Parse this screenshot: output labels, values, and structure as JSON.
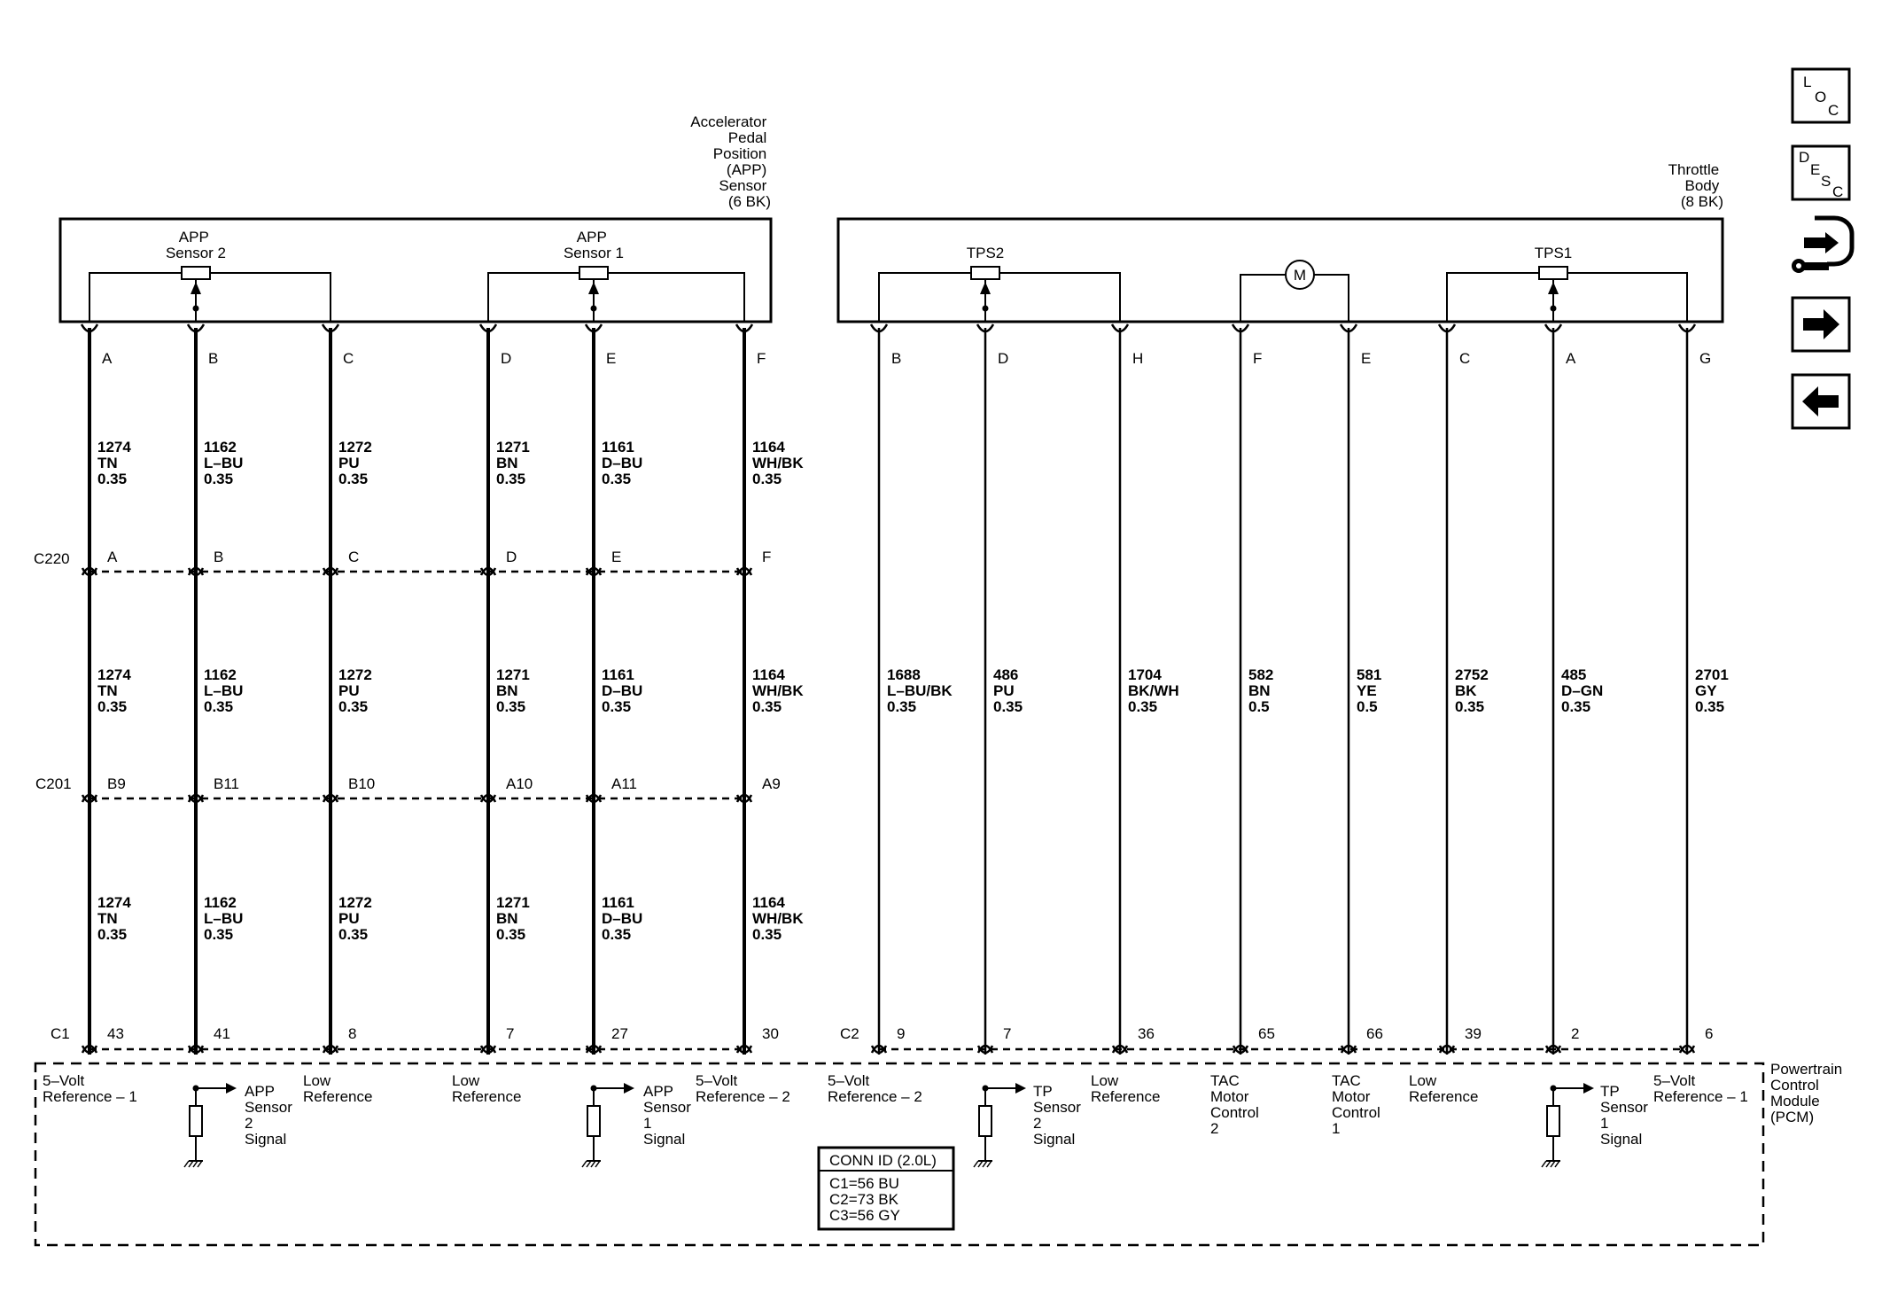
{
  "components": {
    "app": {
      "title_lines": [
        "Accelerator",
        "Pedal",
        "Position",
        "(APP)",
        "Sensor",
        "(6 BK)"
      ],
      "sensor2": [
        "APP",
        "Sensor 2"
      ],
      "sensor1": [
        "APP",
        "Sensor 1"
      ]
    },
    "throttle": {
      "title_lines": [
        "Throttle",
        "Body",
        "(8 BK)"
      ],
      "tps2": "TPS2",
      "tps1": "TPS1",
      "motor": "M"
    },
    "pcm": {
      "title_lines": [
        "Powertrain",
        "Control",
        "Module",
        "(PCM)"
      ]
    }
  },
  "connectors": {
    "c220": "C220",
    "c201": "C201",
    "c1": "C1",
    "c2": "C2"
  },
  "app_circuits": [
    {
      "top_pin": "A",
      "c220": "A",
      "c201": "B9",
      "pcm_pin": "43",
      "circuit": "1274",
      "color": "TN",
      "gauge": "0.35",
      "pcm_label": [
        "5–Volt",
        "Reference – 1"
      ]
    },
    {
      "top_pin": "B",
      "c220": "B",
      "c201": "B11",
      "pcm_pin": "41",
      "circuit": "1162",
      "color": "L–BU",
      "gauge": "0.35",
      "pcm_label": [
        "APP",
        "Sensor",
        "2",
        "Signal"
      ]
    },
    {
      "top_pin": "C",
      "c220": "C",
      "c201": "B10",
      "pcm_pin": "8",
      "circuit": "1272",
      "color": "PU",
      "gauge": "0.35",
      "pcm_label": [
        "Low",
        "Reference"
      ]
    },
    {
      "top_pin": "D",
      "c220": "D",
      "c201": "A10",
      "pcm_pin": "7",
      "circuit": "1271",
      "color": "BN",
      "gauge": "0.35",
      "pcm_label": [
        "Low",
        "Reference"
      ]
    },
    {
      "top_pin": "E",
      "c220": "E",
      "c201": "A11",
      "pcm_pin": "27",
      "circuit": "1161",
      "color": "D–BU",
      "gauge": "0.35",
      "pcm_label": [
        "APP",
        "Sensor",
        "1",
        "Signal"
      ]
    },
    {
      "top_pin": "F",
      "c220": "F",
      "c201": "A9",
      "pcm_pin": "30",
      "circuit": "1164",
      "color": "WH/BK",
      "gauge": "0.35",
      "pcm_label": [
        "5–Volt",
        "Reference – 2"
      ]
    }
  ],
  "tb_circuits": [
    {
      "top_pin": "B",
      "pcm_pin": "9",
      "circuit": "1688",
      "color": "L–BU/BK",
      "gauge": "0.35",
      "pcm_label": [
        "5–Volt",
        "Reference – 2"
      ]
    },
    {
      "top_pin": "D",
      "pcm_pin": "7",
      "circuit": "486",
      "color": "PU",
      "gauge": "0.35",
      "pcm_label": [
        "TP",
        "Sensor",
        "2",
        "Signal"
      ]
    },
    {
      "top_pin": "H",
      "pcm_pin": "36",
      "circuit": "1704",
      "color": "BK/WH",
      "gauge": "0.35",
      "pcm_label": [
        "Low",
        "Reference"
      ]
    },
    {
      "top_pin": "F",
      "pcm_pin": "65",
      "circuit": "582",
      "color": "BN",
      "gauge": "0.5",
      "pcm_label": [
        "TAC",
        "Motor",
        "Control",
        "2"
      ]
    },
    {
      "top_pin": "E",
      "pcm_pin": "66",
      "circuit": "581",
      "color": "YE",
      "gauge": "0.5",
      "pcm_label": [
        "TAC",
        "Motor",
        "Control",
        "1"
      ]
    },
    {
      "top_pin": "C",
      "pcm_pin": "39",
      "circuit": "2752",
      "color": "BK",
      "gauge": "0.35",
      "pcm_label": [
        "Low",
        "Reference"
      ]
    },
    {
      "top_pin": "A",
      "pcm_pin": "2",
      "circuit": "485",
      "color": "D–GN",
      "gauge": "0.35",
      "pcm_label": [
        "TP",
        "Sensor",
        "1",
        "Signal"
      ]
    },
    {
      "top_pin": "G",
      "pcm_pin": "6",
      "circuit": "2701",
      "color": "GY",
      "gauge": "0.35",
      "pcm_label": [
        "5–Volt",
        "Reference – 1"
      ]
    }
  ],
  "conn_id": {
    "title": "CONN ID (2.0L)",
    "lines": [
      "C1=56 BU",
      "C2=73 BK",
      "C3=56 GY"
    ]
  },
  "nav": {
    "loc": [
      "L",
      "O",
      "C"
    ],
    "desc": [
      "D",
      "E",
      "S",
      "C"
    ],
    "icons": [
      "connector-tools-icon",
      "arrow-right-icon",
      "arrow-left-icon"
    ]
  }
}
